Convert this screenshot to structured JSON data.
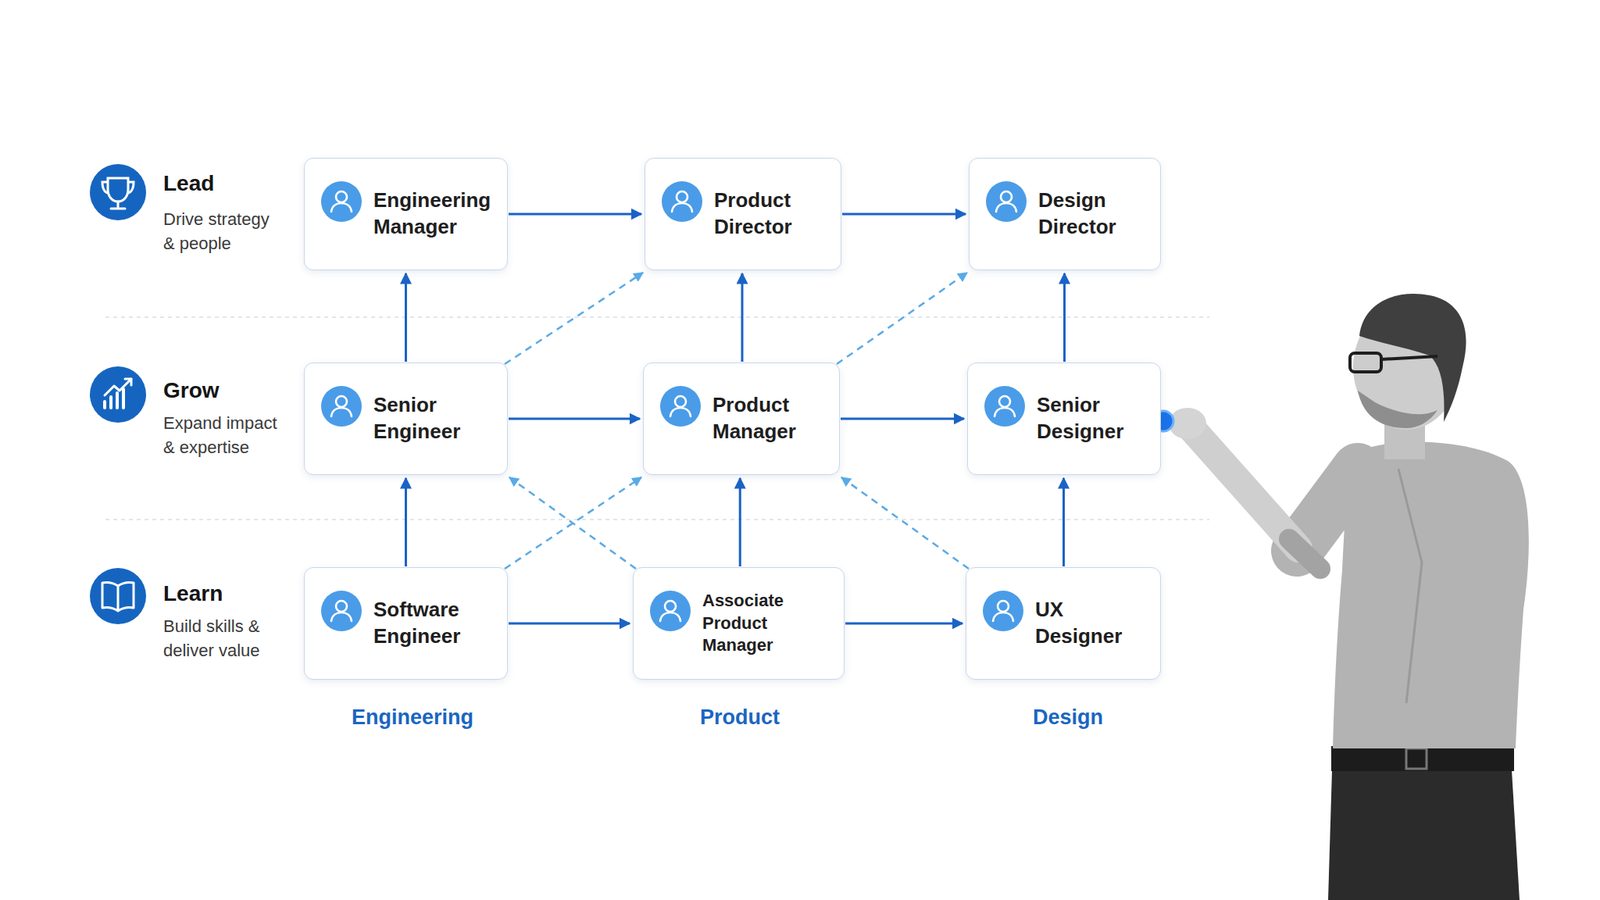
{
  "diagram": {
    "nodes": [
      {
        "text": [
          "Engineering Manager"
        ]
      },
      {
        "text": [
          "Product Director"
        ]
      },
      {
        "text": [
          "Design Director"
        ]
      },
      {
        "text": [
          "Senior Engineer"
        ]
      },
      {
        "text": [
          "Product Manager"
        ]
      },
      {
        "text": [
          "Senior Designer"
        ]
      },
      {
        "text": [
          "Software Engineer"
        ]
      },
      {
        "text": [
          "Associate Product Manager"
        ]
      },
      {
        "text": [
          "UX Designer"
        ]
      }
    ],
    "edges": [
      {
        "from": 0,
        "to": 1,
        "arrow": "to"
      },
      {
        "from": 1,
        "to": 2,
        "arrow": "to"
      },
      {
        "from": 3,
        "to": 4,
        "arrow": "to"
      },
      {
        "from": 4,
        "to": 5,
        "arrow": "to"
      },
      {
        "from": 6,
        "to": 7,
        "arrow": "to"
      },
      {
        "from": 7,
        "to": 8,
        "arrow": "to"
      },
      {
        "from": 3,
        "to": 0,
        "arrow": "to"
      },
      {
        "from": 4,
        "to": 1,
        "arrow": "to"
      },
      {
        "from": 5,
        "to": 2,
        "arrow": "to"
      },
      {
        "from": 6,
        "to": 3,
        "arrow": "to"
      },
      {
        "from": 7,
        "to": 4,
        "arrow": "to"
      },
      {
        "from": 8,
        "to": 5,
        "arrow": "to"
      },
      {
        "from": 3,
        "to": 1,
        "arrow": "to"
      },
      {
        "from": 4,
        "to": 2,
        "arrow": "to"
      },
      {
        "from": 6,
        "to": 4,
        "arrow": "to"
      },
      {
        "from": 7,
        "to": 3,
        "arrow": "to"
      },
      {
        "from": 8,
        "to": 4,
        "arrow": "to"
      }
    ],
    "labels": [
      "Lead",
      "Drive strategy & people",
      "Grow",
      "Expand impact & expertise",
      "Learn",
      "Build skills & deliver value",
      "Engineering",
      "Product",
      "Design"
    ]
  }
}
